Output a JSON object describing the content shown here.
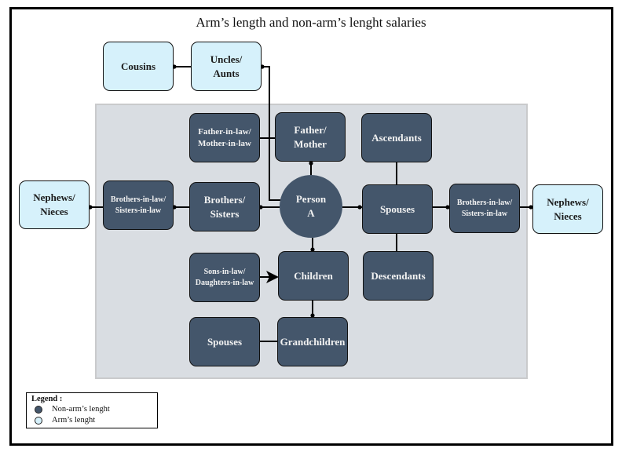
{
  "title": "Arm’s length and non-arm’s lenght salaries",
  "colors": {
    "non_arms_length": "#44566b",
    "arms_length": "#d6f1fb",
    "region": "#d9dde2"
  },
  "nodes": {
    "cousins": {
      "line1": "Cousins",
      "line2": "",
      "category": "arms-length"
    },
    "uncles_aunts": {
      "line1": "Uncles/",
      "line2": "Aunts",
      "category": "arms-length"
    },
    "father_in_law": {
      "line1": "Father-in-law/",
      "line2": "Mother-in-law",
      "category": "non-arms-length"
    },
    "father_mother": {
      "line1": "Father/",
      "line2": "Mother",
      "category": "non-arms-length"
    },
    "ascendants": {
      "line1": "Ascendants",
      "line2": "",
      "category": "non-arms-length"
    },
    "nephews_left": {
      "line1": "Nephews/",
      "line2": "Nieces",
      "category": "arms-length"
    },
    "bil_left": {
      "line1": "Brothers-in-law/",
      "line2": "Sisters-in-law",
      "category": "non-arms-length"
    },
    "brothers_sisters": {
      "line1": "Brothers/",
      "line2": "Sisters",
      "category": "non-arms-length"
    },
    "person_a": {
      "line1": "Person",
      "line2": "A",
      "category": "non-arms-length"
    },
    "spouses": {
      "line1": "Spouses",
      "line2": "",
      "category": "non-arms-length"
    },
    "bil_right": {
      "line1": "Brothers-in-law/",
      "line2": "Sisters-in-law",
      "category": "non-arms-length"
    },
    "nephews_right": {
      "line1": "Nephews/",
      "line2": "Nieces",
      "category": "arms-length"
    },
    "sons_in_law": {
      "line1": "Sons-in-law/",
      "line2": "Daughters-in-law",
      "category": "non-arms-length"
    },
    "children": {
      "line1": "Children",
      "line2": "",
      "category": "non-arms-length"
    },
    "descendants": {
      "line1": "Descendants",
      "line2": "",
      "category": "non-arms-length"
    },
    "grandchildren_spouses": {
      "line1": "Spouses",
      "line2": "",
      "category": "non-arms-length"
    },
    "grandchildren": {
      "line1": "Grandchildren",
      "line2": "",
      "category": "non-arms-length"
    }
  },
  "edges": [
    {
      "from": "cousins",
      "to": "uncles_aunts"
    },
    {
      "from": "uncles_aunts",
      "to": "person_a"
    },
    {
      "from": "father_in_law",
      "to": "father_mother"
    },
    {
      "from": "father_mother",
      "to": "person_a"
    },
    {
      "from": "ascendants",
      "to": "spouses"
    },
    {
      "from": "nephews_left",
      "to": "bil_left"
    },
    {
      "from": "bil_left",
      "to": "brothers_sisters"
    },
    {
      "from": "brothers_sisters",
      "to": "person_a"
    },
    {
      "from": "person_a",
      "to": "spouses"
    },
    {
      "from": "spouses",
      "to": "bil_right"
    },
    {
      "from": "bil_right",
      "to": "nephews_right"
    },
    {
      "from": "spouses",
      "to": "descendants"
    },
    {
      "from": "person_a",
      "to": "children"
    },
    {
      "from": "sons_in_law",
      "to": "children",
      "arrow": true
    },
    {
      "from": "children",
      "to": "grandchildren"
    },
    {
      "from": "grandchildren_spouses",
      "to": "grandchildren"
    }
  ],
  "legend": {
    "title": "Legend :",
    "items": [
      {
        "label": "Non-arm’s lenght",
        "color": "#44566b"
      },
      {
        "label": "Arm’s lenght",
        "color": "#d6f1fb"
      }
    ]
  }
}
